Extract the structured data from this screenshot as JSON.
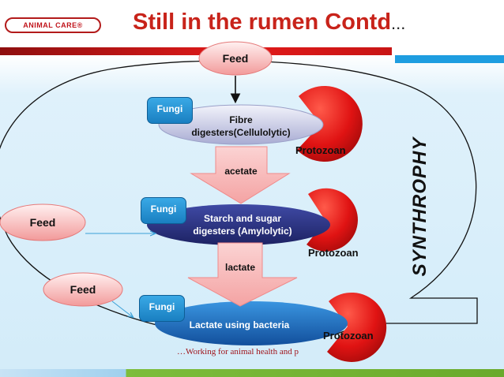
{
  "header": {
    "logo_text": "ANIMAL CARE®",
    "title": "Still in the rumen Contd",
    "title_suffix": "..."
  },
  "diagram": {
    "feed_top": "Feed",
    "feed_left": "Feed",
    "feed_lower": "Feed",
    "fungi_1": "Fungi",
    "fungi_2": "Fungi",
    "fungi_3": "Fungi",
    "fibre_line1": "Fibre",
    "fibre_line2": "digesters(Cellulolytic)",
    "starch_line1": "Starch and sugar",
    "starch_line2": "digesters (Amylolytic)",
    "lactate_bacteria": "Lactate using bacteria",
    "arrow_1_label": "acetate",
    "arrow_2_label": "lactate",
    "protozoan_1": "Protozoan",
    "protozoan_2": "Protozoan",
    "protozoan_3": "Protozoan",
    "side_label": "SYNTHROPHY"
  },
  "footer": {
    "tagline": "…Working for animal health and p"
  },
  "colors": {
    "title_red": "#c8231a",
    "accent_blue": "#1e9de0",
    "protozoan_red": "#d11212",
    "fungi_blue": "#2b95d6"
  }
}
